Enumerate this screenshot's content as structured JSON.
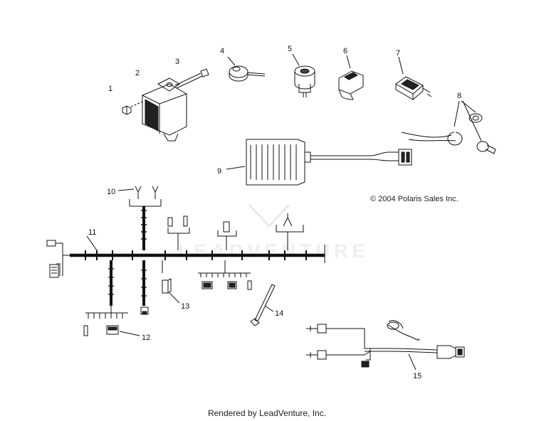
{
  "copyright": "© 2004 Polaris Sales Inc.",
  "footer": "Rendered by LeadVenture, Inc.",
  "watermark": "LEADVENTURE",
  "callouts": [
    "1",
    "2",
    "3",
    "4",
    "5",
    "6",
    "7",
    "8",
    "9",
    "10",
    "11",
    "12",
    "13",
    "14",
    "15"
  ]
}
